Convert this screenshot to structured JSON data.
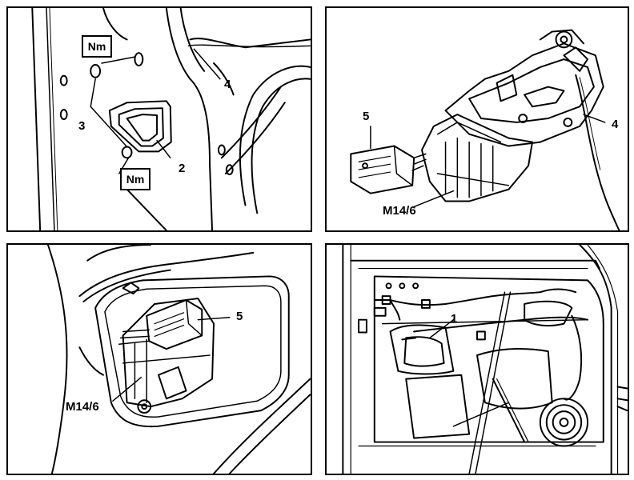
{
  "panels": [
    {
      "labels": {
        "nm_top": "Nm",
        "nm_bottom": "Nm",
        "c3": "3",
        "c2": "2",
        "c4": "4"
      }
    },
    {
      "labels": {
        "c5": "5",
        "c4": "4",
        "m": "M14/6"
      }
    },
    {
      "labels": {
        "c5": "5",
        "m": "M14/6"
      }
    },
    {
      "labels": {
        "c1": "1"
      }
    }
  ]
}
